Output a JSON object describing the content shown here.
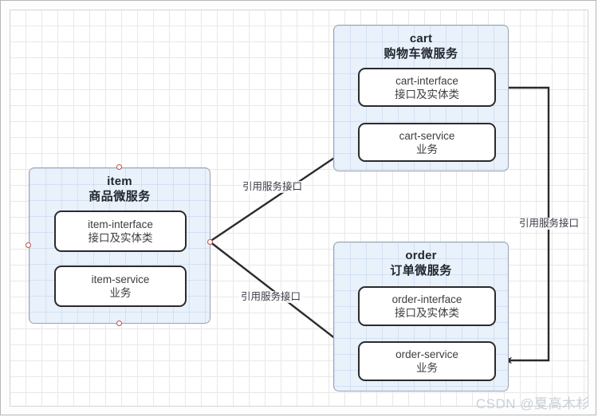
{
  "canvas": {
    "background_color": "#ffffff",
    "grid_color": "#e8e8e8",
    "grid_size": "20px",
    "border_color": "#d4d4d4"
  },
  "theme": {
    "group_fill": "#e9f1fb",
    "group_border": "#9aa3ad",
    "module_fill": "#ffffff",
    "module_border": "#2b2b2b",
    "handle_color": "#c0504d",
    "wire_color": "#2b2b2b",
    "watermark_color": "#c9d0d8"
  },
  "groups": [
    {
      "id": "item",
      "title": "item",
      "subtitle": "商品微服务",
      "modules": [
        {
          "id": "item-interface",
          "name": "item-interface",
          "desc": "接口及实体类"
        },
        {
          "id": "item-service",
          "name": "item-service",
          "desc": "业务"
        }
      ]
    },
    {
      "id": "cart",
      "title": "cart",
      "subtitle": "购物车微服务",
      "modules": [
        {
          "id": "cart-interface",
          "name": "cart-interface",
          "desc": "接口及实体类"
        },
        {
          "id": "cart-service",
          "name": "cart-service",
          "desc": "业务"
        }
      ]
    },
    {
      "id": "order",
      "title": "order",
      "subtitle": "订单微服务",
      "modules": [
        {
          "id": "order-interface",
          "name": "order-interface",
          "desc": "接口及实体类"
        },
        {
          "id": "order-service",
          "name": "order-service",
          "desc": "业务"
        }
      ]
    }
  ],
  "edges": [
    {
      "id": "item-to-cart",
      "from": "item",
      "to": "cart-service",
      "label": "引用服务接口"
    },
    {
      "id": "item-to-order",
      "from": "item",
      "to": "order-service",
      "label": "引用服务接口"
    },
    {
      "id": "cart-to-order",
      "from": "cart-interface",
      "to": "order-service",
      "label": "引用服务接口"
    }
  ],
  "watermark": {
    "text": "CSDN @夏高木杉"
  }
}
